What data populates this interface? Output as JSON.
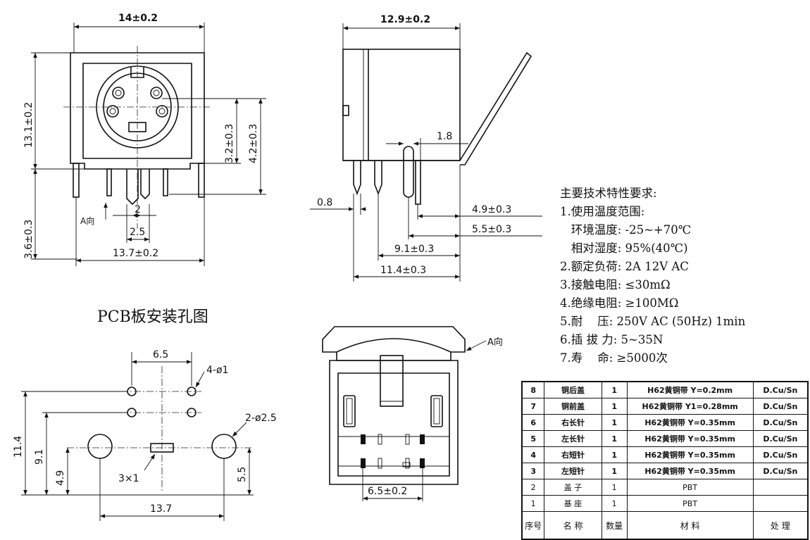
{
  "front_view": {
    "dim_width": "14±0.2",
    "dim_height": "13.1±0.2",
    "dim_32": "3.2±0.3",
    "dim_42": "4.2±0.3",
    "dim_pin_len": "3.6±0.3",
    "dim_2": "2",
    "dim_25": "2.5",
    "dim_137": "13.7±0.2",
    "a_dir": "A向"
  },
  "side_view": {
    "dim_129": "12.9±0.2",
    "dim_18": "1.8",
    "dim_08": "0.8",
    "dim_49": "4.9±0.3",
    "dim_55": "5.5±0.3",
    "dim_91": "9.1±0.3",
    "dim_114": "11.4±0.3"
  },
  "bottom_view": {
    "a_dir": "A向",
    "dim_65": "6.5±0.2"
  },
  "pcb": {
    "title": "PCB板安装孔图",
    "dim_65": "6.5",
    "holes_small": "4-ø1",
    "holes_large": "2-ø2.5",
    "slot": "3×1",
    "dim_114": "11.4",
    "dim_91": "9.1",
    "dim_49": "4.9",
    "dim_55": "5.5",
    "dim_137": "13.7"
  },
  "notes": {
    "title": "主要技术特性要求:",
    "lines": [
      "1.使用温度范围:",
      "   环境温度: -25~+70℃",
      "   相对湿度: 95%(40℃)",
      "2.额定负荷: 2A 12V AC",
      "3.接触电阻: ≤30mΩ",
      "4.绝缘电阻: ≥100MΩ",
      "5.耐    压: 250V AC (50Hz) 1min",
      "6.插 拔 力: 5~35N",
      "7.寿    命: ≥5000次"
    ]
  },
  "bom": {
    "rows": [
      {
        "no": "8",
        "name": "铜后盖",
        "qty": "1",
        "material": "H62黄铜带 Y=0.2mm",
        "finish": "D.Cu/Sn"
      },
      {
        "no": "7",
        "name": "铜前盖",
        "qty": "1",
        "material": "H62黄铜带 Y1=0.28mm",
        "finish": "D.Cu/Sn"
      },
      {
        "no": "6",
        "name": "右长针",
        "qty": "1",
        "material": "H62黄铜带 Y=0.35mm",
        "finish": "D.Cu/Sn"
      },
      {
        "no": "5",
        "name": "左长针",
        "qty": "1",
        "material": "H62黄铜带 Y=0.35mm",
        "finish": "D.Cu/Sn"
      },
      {
        "no": "4",
        "name": "右短针",
        "qty": "1",
        "material": "H62黄铜带 Y=0.35mm",
        "finish": "D.Cu/Sn"
      },
      {
        "no": "3",
        "name": "左短针",
        "qty": "1",
        "material": "H62黄铜带 Y=0.35mm",
        "finish": "D.Cu/Sn"
      },
      {
        "no": "2",
        "name": "盖 子",
        "qty": "1",
        "material": "PBT",
        "finish": ""
      },
      {
        "no": "1",
        "name": "基 座",
        "qty": "1",
        "material": "PBT",
        "finish": ""
      }
    ],
    "header": {
      "no": "序号",
      "name": "名 称",
      "qty": "数量",
      "material": "材 料",
      "finish": "处 理"
    }
  }
}
